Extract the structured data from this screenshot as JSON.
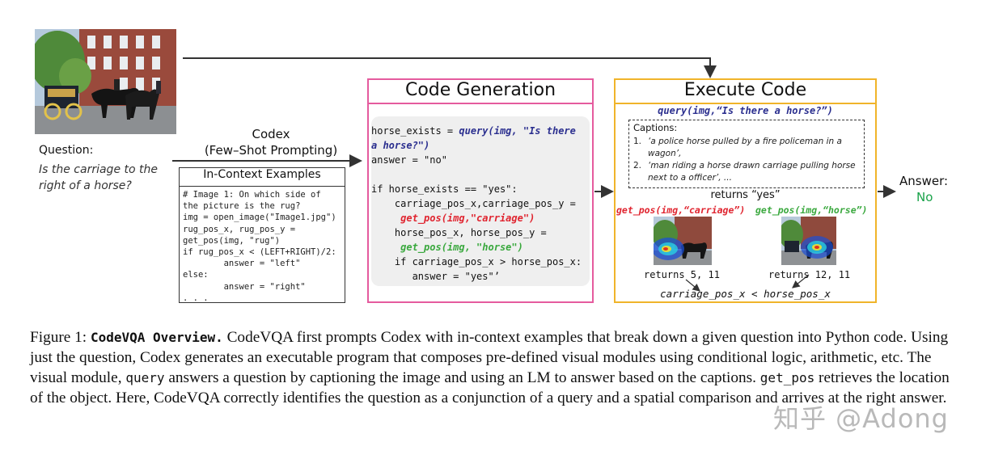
{
  "question": {
    "label": "Question:",
    "text": "Is the carriage to the right of a horse?"
  },
  "codex": {
    "line1": "Codex",
    "line2": "(Few–Shot Prompting)"
  },
  "in_context": {
    "title": "In-Context Examples",
    "code": "# Image 1: On which side of\nthe picture is the rug?\nimg = open_image(\"Image1.jpg\")\nrug_pos_x, rug_pos_y =\nget_pos(img, \"rug\")\nif rug_pos_x < (LEFT+RIGHT)/2:\n        answer = \"left\"\nelse:\n        answer = \"right\"\n. . ."
  },
  "code_generation": {
    "title": "Code Generation",
    "l1a": "horse_exists = ",
    "l1b": "query(img, \"Is there",
    "l2": "a horse?\")",
    "l3": "answer = \"no\"",
    "l4": "if horse_exists == \"yes\":",
    "l5": "    carriage_pos_x,carriage_pos_y =",
    "l6": "     get_pos(img,\"carriage\")",
    "l7": "    horse_pos_x, horse_pos_y =",
    "l8": "     get_pos(img, \"horse\")",
    "l9": "    if carriage_pos_x > horse_pos_x:",
    "l10": "       answer = \"yes\"’"
  },
  "execute_code": {
    "title": "Execute Code",
    "query_call": "query(img,“Is there a horse?”)",
    "captions_title": "Captions:",
    "captions": [
      {
        "n": "1.",
        "text": "‘a police horse pulled by a fire policeman in a wagon’,"
      },
      {
        "n": "2.",
        "text": "‘man riding a horse drawn carriage pulling horse next to a officer’, ..."
      }
    ],
    "returns_yes": "returns “yes”",
    "get_pos_carriage": "get_pos(img,“carriage”)",
    "get_pos_horse": "get_pos(img,“horse”)",
    "returns_carriage": "returns 5, 11",
    "returns_horse": "returns 12, 11",
    "comparison": "carriage_pos_x < horse_pos_x"
  },
  "answer": {
    "label": "Answer:",
    "value": "No"
  },
  "caption": {
    "fig": "Figure 1: ",
    "bold": "CodeVQA Overview.",
    "s1a": " CodeVQA first prompts Codex with in-context examples that break down a given question into Python code. Using just the question, Codex generates an executable program that composes pre-defined visual modules using conditional logic, arithmetic, etc. The visual module, ",
    "query": "query",
    "s2": " answers a question by captioning the image and using an LM to answer based on the captions. ",
    "getpos": "get_pos",
    "s3": " retrieves the location of the object. Here, CodeVQA correctly identifies the question as a conjunction of a query and a spatial comparison and arrives at the right answer."
  },
  "watermark": "知乎 @Adong",
  "colors": {
    "code_generation_border": "#e55b9e",
    "execute_code_border": "#f0b42a",
    "query_call": "#2b2f8f",
    "carriage": "#e0242f",
    "horse": "#39a83d",
    "answer": "#1aa34a"
  }
}
